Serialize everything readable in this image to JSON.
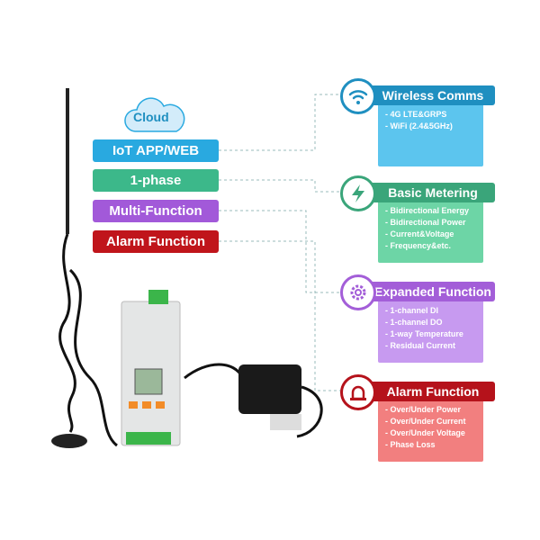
{
  "left": {
    "cloud": "Cloud",
    "labels": [
      "IoT APP/WEB",
      "1-phase",
      "Multi-Function",
      "Alarm Function"
    ]
  },
  "panels": [
    {
      "title": "Wireless Comms",
      "icon": "wifi-icon",
      "color": "#1f8fc0",
      "body_color": "#5cc5ee",
      "items": [
        "4G LTE&GRPS",
        "WiFi (2.4&5GHz)"
      ]
    },
    {
      "title": "Basic Metering",
      "icon": "lightning-icon",
      "color": "#3aa57a",
      "body_color": "#6dd5a6",
      "items": [
        "Bidirectional Energy",
        "Bidirectional Power",
        "Current&Voltage",
        "Frequency&etc."
      ]
    },
    {
      "title": "Expanded Function",
      "icon": "gear-icon",
      "color": "#a35ed8",
      "body_color": "#c79af0",
      "items": [
        "1-channel DI",
        "1-channel DO",
        "1-way Temperature",
        "Residual Current"
      ]
    },
    {
      "title": "Alarm Function",
      "icon": "siren-icon",
      "color": "#b5121b",
      "body_color": "#f27f7f",
      "items": [
        "Over/Under Power",
        "Over/Under Current",
        "Over/Under Voltage",
        "Phase Loss"
      ]
    }
  ]
}
